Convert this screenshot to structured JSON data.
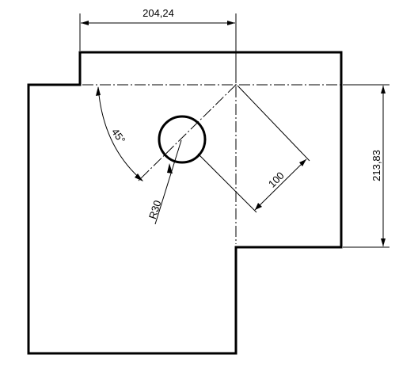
{
  "drawing": {
    "dimensions": {
      "top_width": "204,24",
      "right_height": "213,83",
      "angle": "45°",
      "radius": "R30",
      "diagonal_length": "100"
    }
  }
}
